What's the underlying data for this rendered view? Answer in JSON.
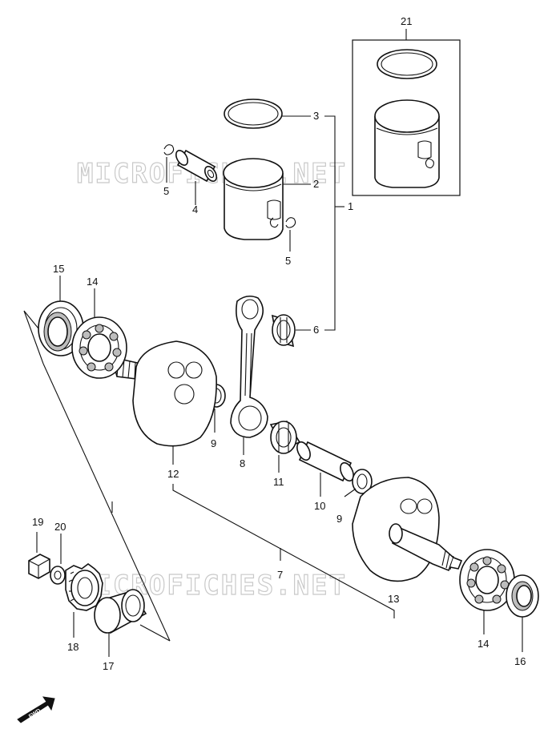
{
  "watermark": "MICROFICHES.NET",
  "fwd_label": "FWD",
  "callouts": {
    "c1": "1",
    "c2": "2",
    "c3": "3",
    "c4": "4",
    "c5a": "5",
    "c5b": "5",
    "c6": "6",
    "c7": "7",
    "c8": "8",
    "c9a": "9",
    "c9b": "9",
    "c10": "10",
    "c11": "11",
    "c12": "12",
    "c13": "13",
    "c14a": "14",
    "c14b": "14",
    "c15": "15",
    "c16": "16",
    "c17": "17",
    "c18": "18",
    "c19": "19",
    "c20": "20",
    "c21": "21"
  }
}
